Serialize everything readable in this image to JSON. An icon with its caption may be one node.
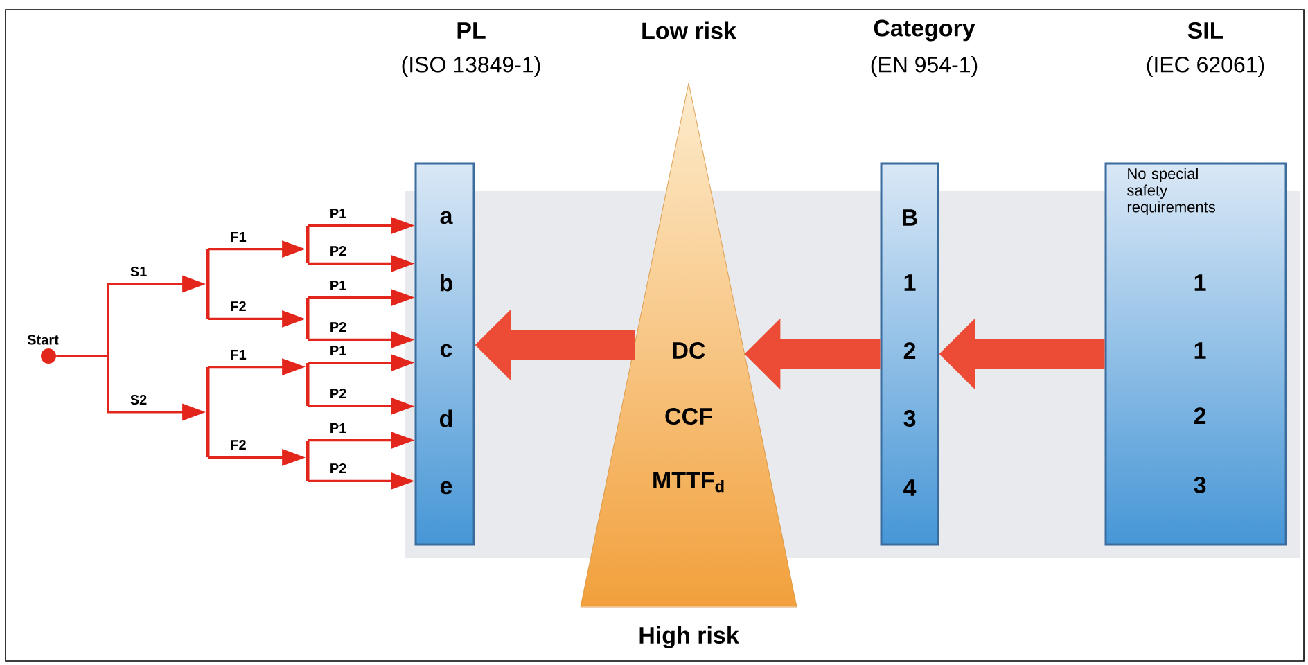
{
  "diagram": {
    "nodes": [
      {
        "text": [],
        "shape": "circle",
        "beside": [
          "Start"
        ]
      },
      {
        "text": [],
        "shape": "bar"
      },
      {
        "text": [],
        "shape": "bar"
      },
      {
        "text": [],
        "shape": "bar"
      },
      {
        "text": [],
        "shape": "bar"
      },
      {
        "text": [],
        "shape": "bar"
      },
      {
        "text": [],
        "shape": "bar"
      },
      {
        "text": [
          "a",
          "b",
          "c",
          "d",
          "e"
        ]
      },
      {
        "text": [
          "DC",
          "CCF",
          "MTTF$_{d}$"
        ]
      },
      {
        "text": [
          "B",
          "1",
          "2",
          "3",
          "4"
        ]
      },
      {
        "text": [
          "No special safety requirements",
          "1",
          "1",
          "2",
          "3"
        ]
      }
    ],
    "edges": [
      {
        "from": 0,
        "to": 1,
        "arrow": "to",
        "label": "S1"
      },
      {
        "from": 0,
        "to": 2,
        "arrow": "to",
        "label": "S2"
      },
      {
        "from": 1,
        "to": 3,
        "arrow": "to",
        "label": "F1"
      },
      {
        "from": 1,
        "to": 4,
        "arrow": "to",
        "label": "F2"
      },
      {
        "from": 2,
        "to": 5,
        "arrow": "to",
        "label": "F1"
      },
      {
        "from": 2,
        "to": 6,
        "arrow": "to",
        "label": "F2"
      },
      {
        "from": 3,
        "to": 7,
        "arrow": "to",
        "label": "P1"
      },
      {
        "from": 3,
        "to": 7,
        "arrow": "to",
        "label": "P2"
      },
      {
        "from": 4,
        "to": 7,
        "arrow": "to",
        "label": "P1"
      },
      {
        "from": 4,
        "to": 7,
        "arrow": "to",
        "label": "P2"
      },
      {
        "from": 5,
        "to": 7,
        "arrow": "to",
        "label": "P1"
      },
      {
        "from": 5,
        "to": 7,
        "arrow": "to",
        "label": "P2"
      },
      {
        "from": 6,
        "to": 7,
        "arrow": "to",
        "label": "P1"
      },
      {
        "from": 6,
        "to": 7,
        "arrow": "to",
        "label": "P2"
      },
      {
        "from": 10,
        "to": 9,
        "arrow": "to",
        "style": "thick"
      },
      {
        "from": 9,
        "to": 8,
        "arrow": "to",
        "style": "thick"
      },
      {
        "from": 8,
        "to": 7,
        "arrow": "to",
        "style": "thick"
      }
    ],
    "labels": [
      "PL",
      "(ISO 13849-1)",
      "Low risk",
      "Category",
      "(EN 954-1)",
      "SIL",
      "(IEC 62061)",
      "High risk"
    ]
  }
}
